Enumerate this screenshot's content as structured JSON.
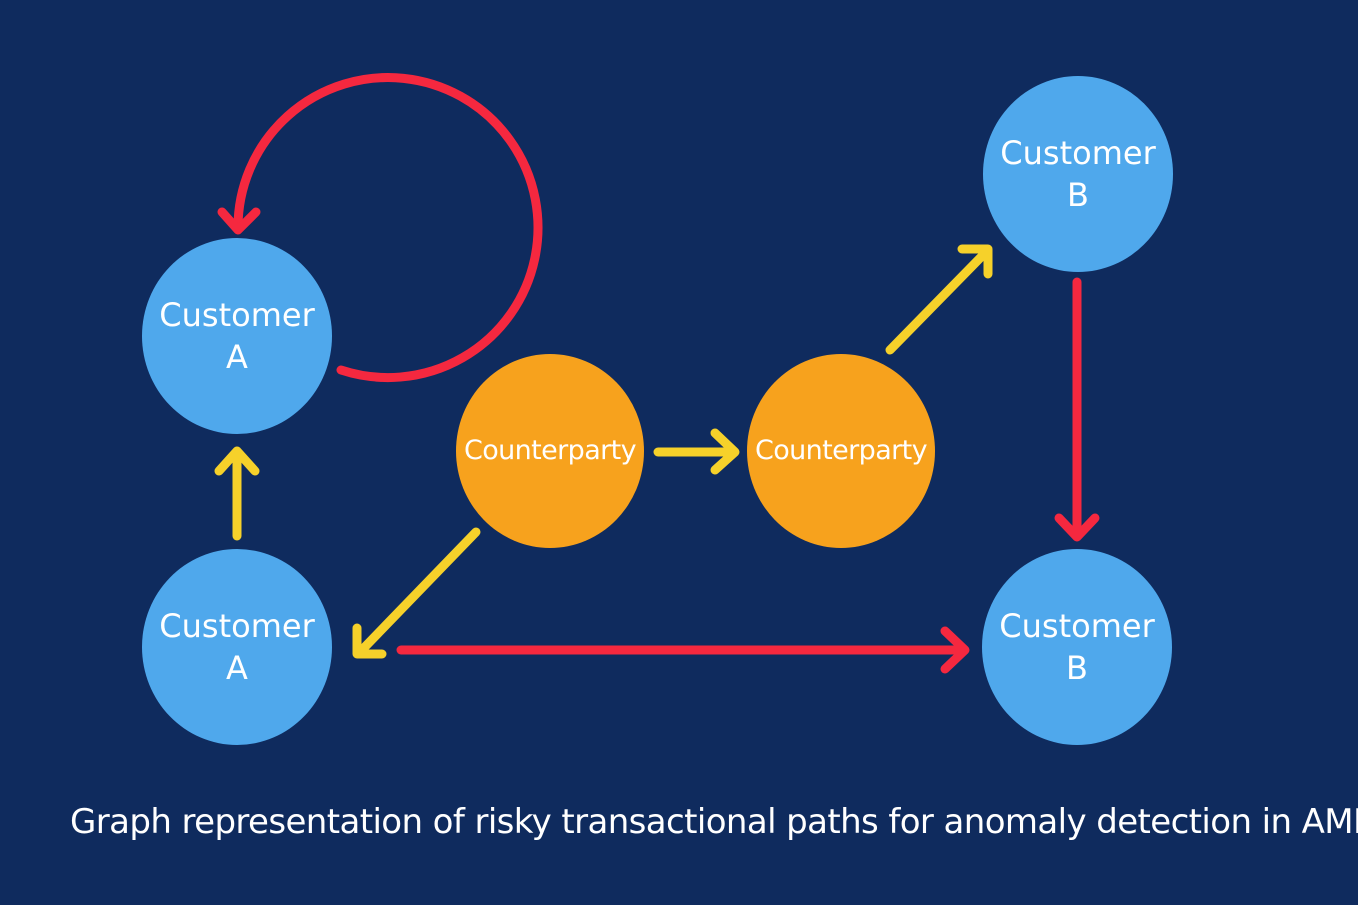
{
  "diagram": {
    "colors": {
      "background": "#0f2b5e",
      "customer_node": "#4fa8ec",
      "counterparty_node": "#f7a21d",
      "risky_edge": "#f5283f",
      "flow_edge": "#f6d12a"
    },
    "nodes": {
      "customer_a_top": {
        "label": "Customer\nA",
        "kind": "customer"
      },
      "customer_a_bottom": {
        "label": "Customer\nA",
        "kind": "customer"
      },
      "counterparty_left": {
        "label": "Counterparty",
        "kind": "counterparty"
      },
      "counterparty_right": {
        "label": "Counterparty",
        "kind": "counterparty"
      },
      "customer_b_top": {
        "label": "Customer\nB",
        "kind": "customer"
      },
      "customer_b_bottom": {
        "label": "Customer\nB",
        "kind": "customer"
      }
    },
    "edges": [
      {
        "from": "customer_a_top",
        "to": "customer_a_top",
        "color": "risky_edge",
        "type": "self-loop"
      },
      {
        "from": "customer_a_bottom",
        "to": "customer_a_top",
        "color": "flow_edge"
      },
      {
        "from": "counterparty_left",
        "to": "counterparty_right",
        "color": "flow_edge"
      },
      {
        "from": "counterparty_right",
        "to": "customer_b_top",
        "color": "flow_edge"
      },
      {
        "from": "customer_b_top",
        "to": "customer_b_bottom",
        "color": "risky_edge"
      },
      {
        "from": "counterparty_left",
        "to": "customer_a_bottom",
        "color": "flow_edge"
      },
      {
        "from": "customer_a_bottom",
        "to": "customer_b_bottom",
        "color": "risky_edge"
      }
    ],
    "caption": "Graph representation of risky transactional paths for anomaly detection in AML"
  }
}
